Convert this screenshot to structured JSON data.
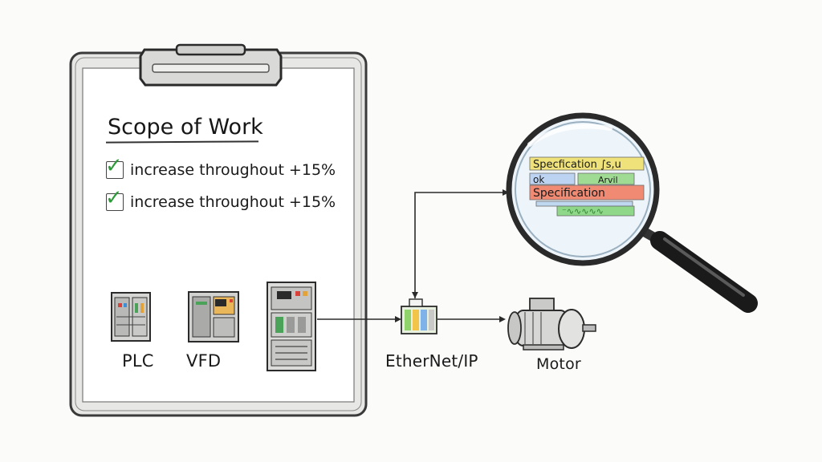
{
  "clipboard": {
    "title": "Scope of Work",
    "checklist": [
      {
        "text": "increase throughout  +15%",
        "checked": true
      },
      {
        "text": "increase throughout  +15%",
        "checked": true
      }
    ],
    "devices": [
      {
        "label": "PLC",
        "icon": "plc-cabinet-icon"
      },
      {
        "label": "VFD",
        "icon": "vfd-drive-icon"
      },
      {
        "label": "",
        "icon": "control-panel-icon"
      }
    ]
  },
  "network": {
    "label": "EtherNet/IP",
    "icon": "network-switch-icon"
  },
  "motor": {
    "label": "Motor",
    "icon": "motor-icon"
  },
  "magnifier": {
    "icon": "magnifying-glass-icon",
    "strips": [
      {
        "text": "Specfication ∫s,u",
        "color": "#efe27a"
      },
      {
        "text": "ok",
        "color": "#bcd4f2"
      },
      {
        "text": "Arvil",
        "color": "#9fdb92"
      },
      {
        "text": "Specification",
        "color": "#f08a73"
      },
      {
        "text": "",
        "color": "#bfd8f0"
      },
      {
        "text": "⁻∿∿∿∿∿",
        "color": "#8fd88a"
      }
    ]
  },
  "colors": {
    "check": "#2f9a3a",
    "ink": "#1e1e1e",
    "glass": "#eef5fa"
  }
}
